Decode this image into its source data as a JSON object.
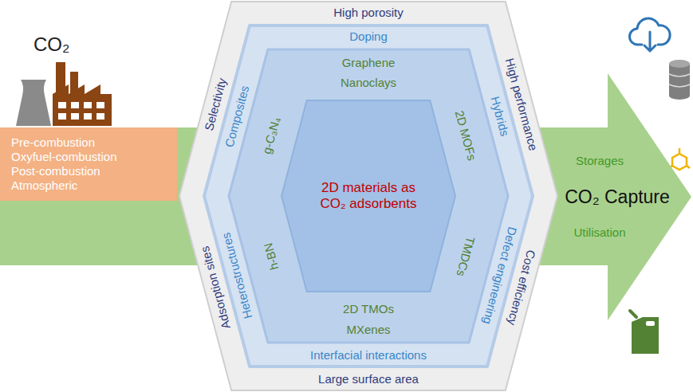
{
  "diagram": {
    "nodes": [
      {
        "text": [
          "Pre-combustion",
          "Oxyfuel-combustion",
          "Post-combustion",
          "Atmospheric"
        ]
      },
      {
        "text": [
          "High porosity",
          "Selectivity",
          "High performance",
          "Adsorption sites",
          "Cost efficiency",
          "Large surface area"
        ]
      },
      {
        "text": [
          "Doping",
          "Composites",
          "Hybrids",
          "Heterostructures",
          "Defect engineering",
          "Interfacial interactions"
        ],
        "in": 1
      },
      {
        "text": [
          "Graphene",
          "Nanoclays",
          "g-C₃N₄",
          "2D MOFs",
          "h-BN",
          "TMDCs",
          "2D TMOs",
          "MXenes"
        ],
        "in": 2
      },
      {
        "text": [
          "2D materials as CO₂ adsorbents"
        ],
        "in": 3
      },
      {
        "text": [
          "CO₂ Capture",
          "Storages",
          "Utilisation"
        ]
      }
    ],
    "labels": [
      "CO₂"
    ]
  }
}
